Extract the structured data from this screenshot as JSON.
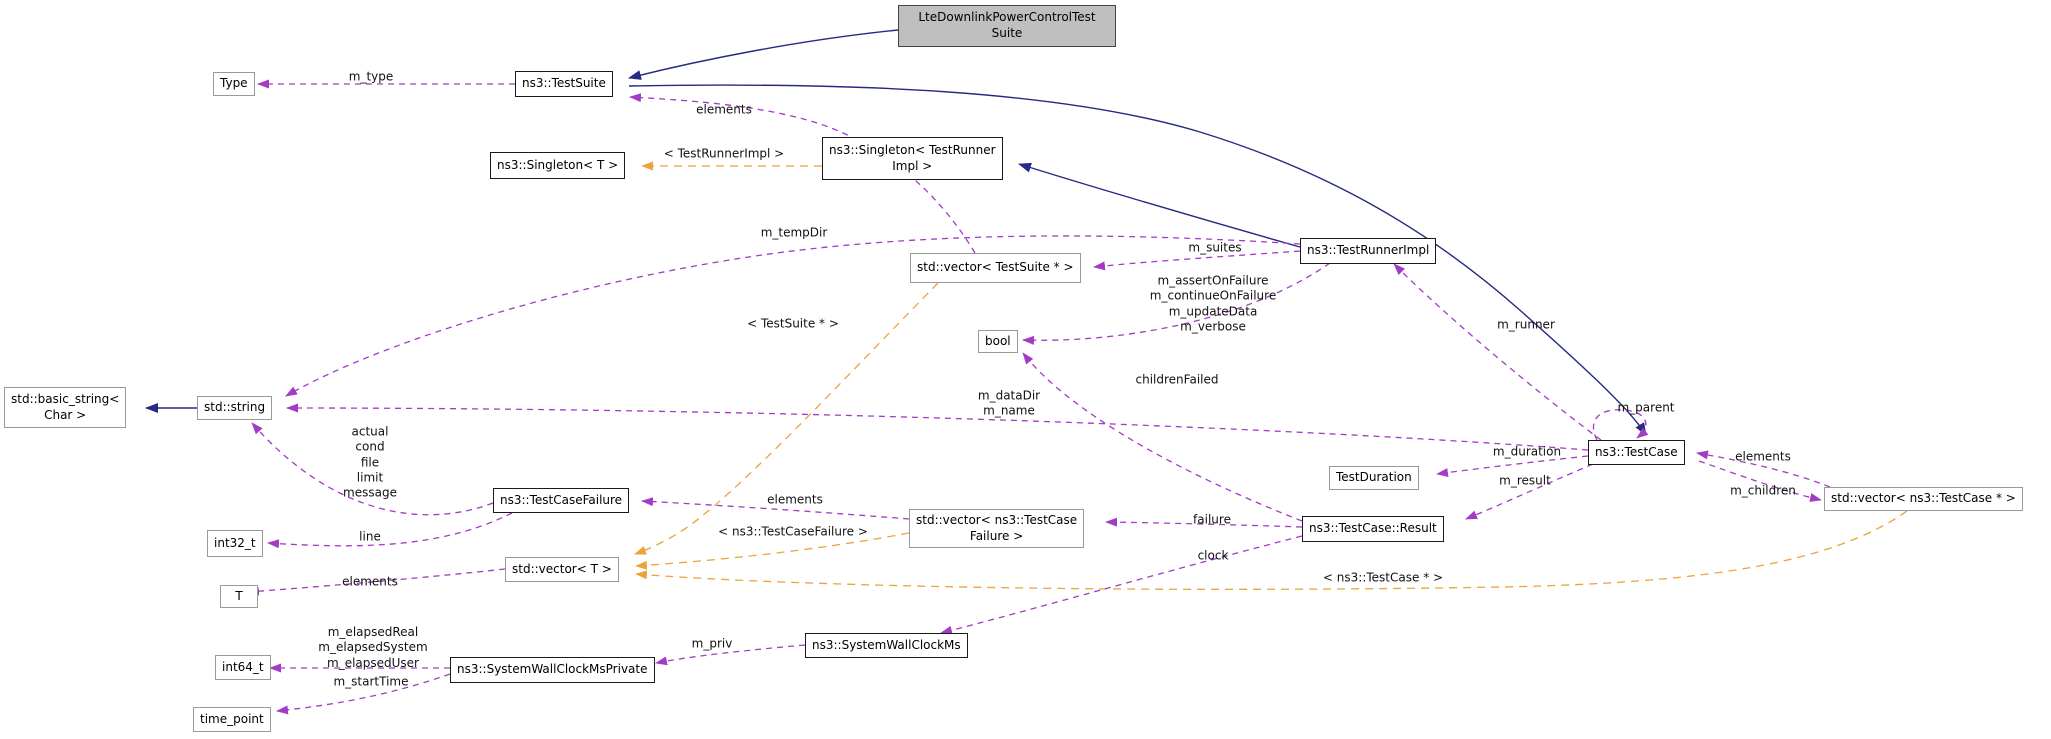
{
  "diagram_kind": "collaboration-graph",
  "colors": {
    "dependency_edge": "#A23BC6",
    "template_edge": "#EDA23B",
    "inheritance_edge": "#252A83",
    "node_border": "#9A9A9A",
    "documented_node_border": "#1A1A1A",
    "current_node_fill": "#BFBFBF",
    "background": "#FFFFFF"
  },
  "nodes": {
    "main": {
      "lines": [
        "LteDownlinkPowerControlTest",
        "Suite"
      ]
    },
    "type": {
      "label": "Type"
    },
    "testsuite": {
      "label": "ns3::TestSuite"
    },
    "singleton_t": {
      "label": "ns3::Singleton< T >"
    },
    "singleton_tri": {
      "lines": [
        "ns3::Singleton< TestRunner",
        "Impl >"
      ]
    },
    "vector_testsuite": {
      "label": "std::vector< TestSuite * >"
    },
    "testrunnerimpl": {
      "label": "ns3::TestRunnerImpl"
    },
    "bool": {
      "label": "bool"
    },
    "basic_string": {
      "lines": [
        "std::basic_string<",
        "Char >"
      ]
    },
    "string": {
      "label": "std::string"
    },
    "testduration": {
      "label": "TestDuration"
    },
    "testcase": {
      "label": "ns3::TestCase"
    },
    "vector_testcase": {
      "label": "std::vector< ns3::TestCase * >"
    },
    "result": {
      "label": "ns3::TestCase::Result"
    },
    "vector_failure": {
      "lines": [
        "std::vector< ns3::TestCase",
        "Failure >"
      ]
    },
    "testcasefailure": {
      "label": "ns3::TestCaseFailure"
    },
    "int32": {
      "label": "int32_t"
    },
    "vector_t": {
      "label": "std::vector< T >"
    },
    "t": {
      "label": "T"
    },
    "int64": {
      "label": "int64_t"
    },
    "time_point": {
      "label": "time_point"
    },
    "wallclock_private": {
      "label": "ns3::SystemWallClockMsPrivate"
    },
    "wallclock": {
      "label": "ns3::SystemWallClockMs"
    }
  },
  "labels": {
    "m_type": {
      "text": "m_type"
    },
    "elements_suites": {
      "text": "elements"
    },
    "tmpl_singleton": {
      "text": "< TestRunnerImpl >"
    },
    "m_tempDir": {
      "text": "m_tempDir"
    },
    "tmpl_testsuite": {
      "text": "< TestSuite * >"
    },
    "m_suites": {
      "text": "m_suites"
    },
    "runner_flags": {
      "lines": [
        "m_assertOnFailure",
        "m_continueOnFailure",
        "m_updateData",
        "m_verbose"
      ]
    },
    "m_runner": {
      "text": "m_runner"
    },
    "childrenFailed": {
      "text": "childrenFailed"
    },
    "case_strings": {
      "lines": [
        "m_dataDir",
        "m_name"
      ]
    },
    "m_parent": {
      "text": "m_parent"
    },
    "elements_children": {
      "text": "elements"
    },
    "m_children": {
      "text": "m_children"
    },
    "m_duration": {
      "text": "m_duration"
    },
    "m_result": {
      "text": "m_result"
    },
    "failure": {
      "text": "failure"
    },
    "clock": {
      "text": "clock"
    },
    "tmpl_testcase": {
      "text": "< ns3::TestCase * >"
    },
    "elements_failures": {
      "text": "elements"
    },
    "tmpl_failure": {
      "text": "< ns3::TestCaseFailure >"
    },
    "failure_members": {
      "lines": [
        "actual",
        "cond",
        "file",
        "limit",
        "message"
      ]
    },
    "line": {
      "text": "line"
    },
    "elements_t": {
      "text": "elements"
    },
    "elapsed": {
      "lines": [
        "m_elapsedReal",
        "m_elapsedSystem",
        "m_elapsedUser"
      ]
    },
    "m_startTime": {
      "text": "m_startTime"
    },
    "m_priv": {
      "text": "m_priv"
    }
  }
}
